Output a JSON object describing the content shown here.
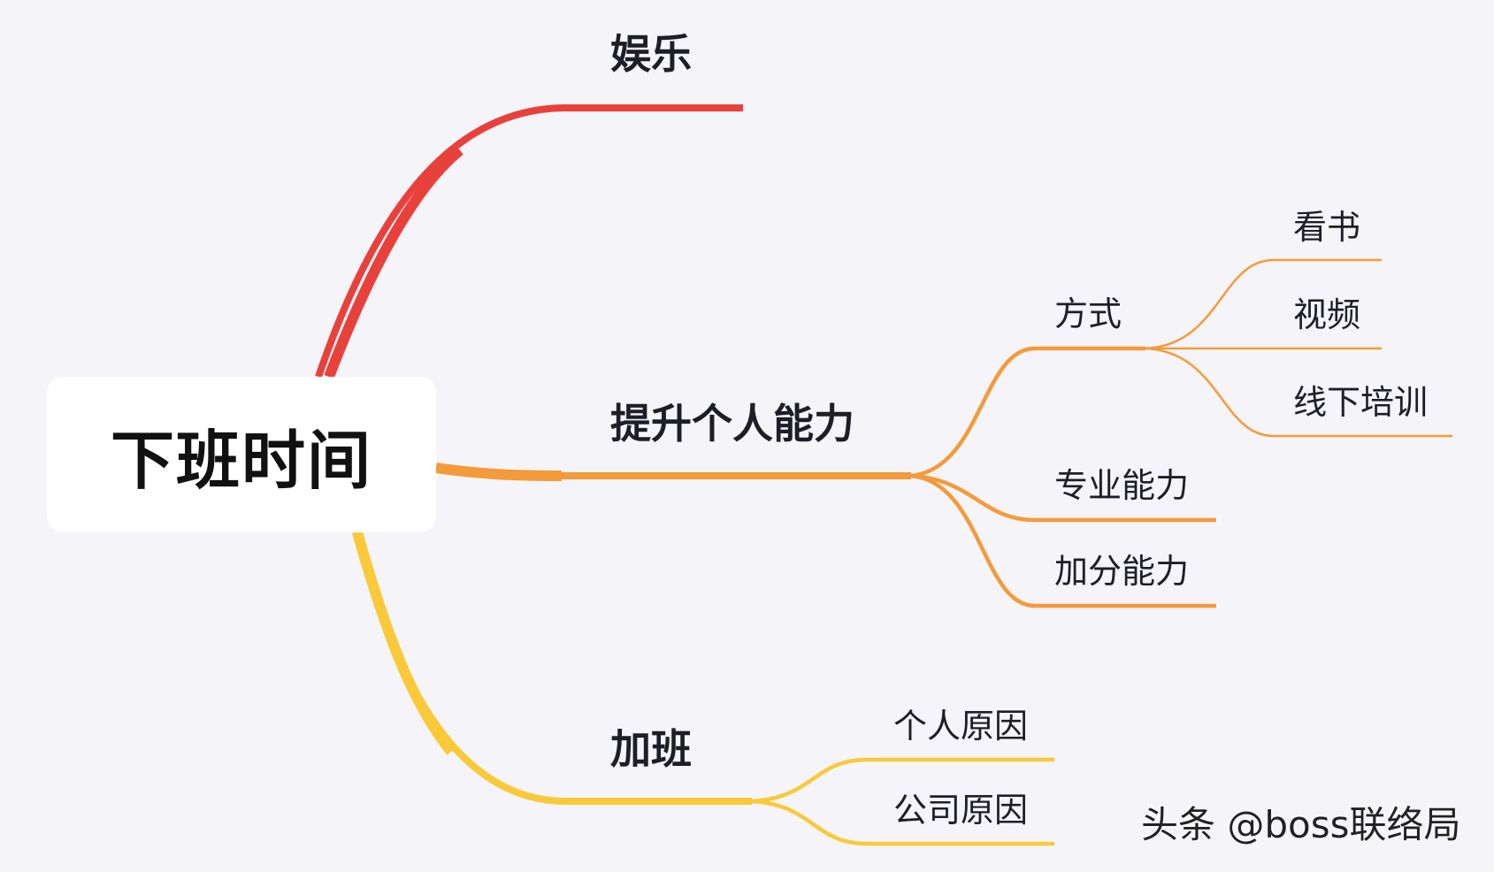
{
  "root": {
    "label": "下班时间"
  },
  "branches": [
    {
      "label": "娱乐",
      "color": "#e8413c",
      "children": []
    },
    {
      "label": "提升个人能力",
      "color": "#f39b3a",
      "children": [
        {
          "label": "方式",
          "children": [
            {
              "label": "看书"
            },
            {
              "label": "视频"
            },
            {
              "label": "线下培训"
            }
          ]
        },
        {
          "label": "专业能力",
          "children": []
        },
        {
          "label": "加分能力",
          "children": []
        }
      ]
    },
    {
      "label": "加班",
      "color": "#f9c93a",
      "children": [
        {
          "label": "个人原因",
          "children": []
        },
        {
          "label": "公司原因",
          "children": []
        }
      ]
    }
  ],
  "watermark": "头条 @boss联络局"
}
